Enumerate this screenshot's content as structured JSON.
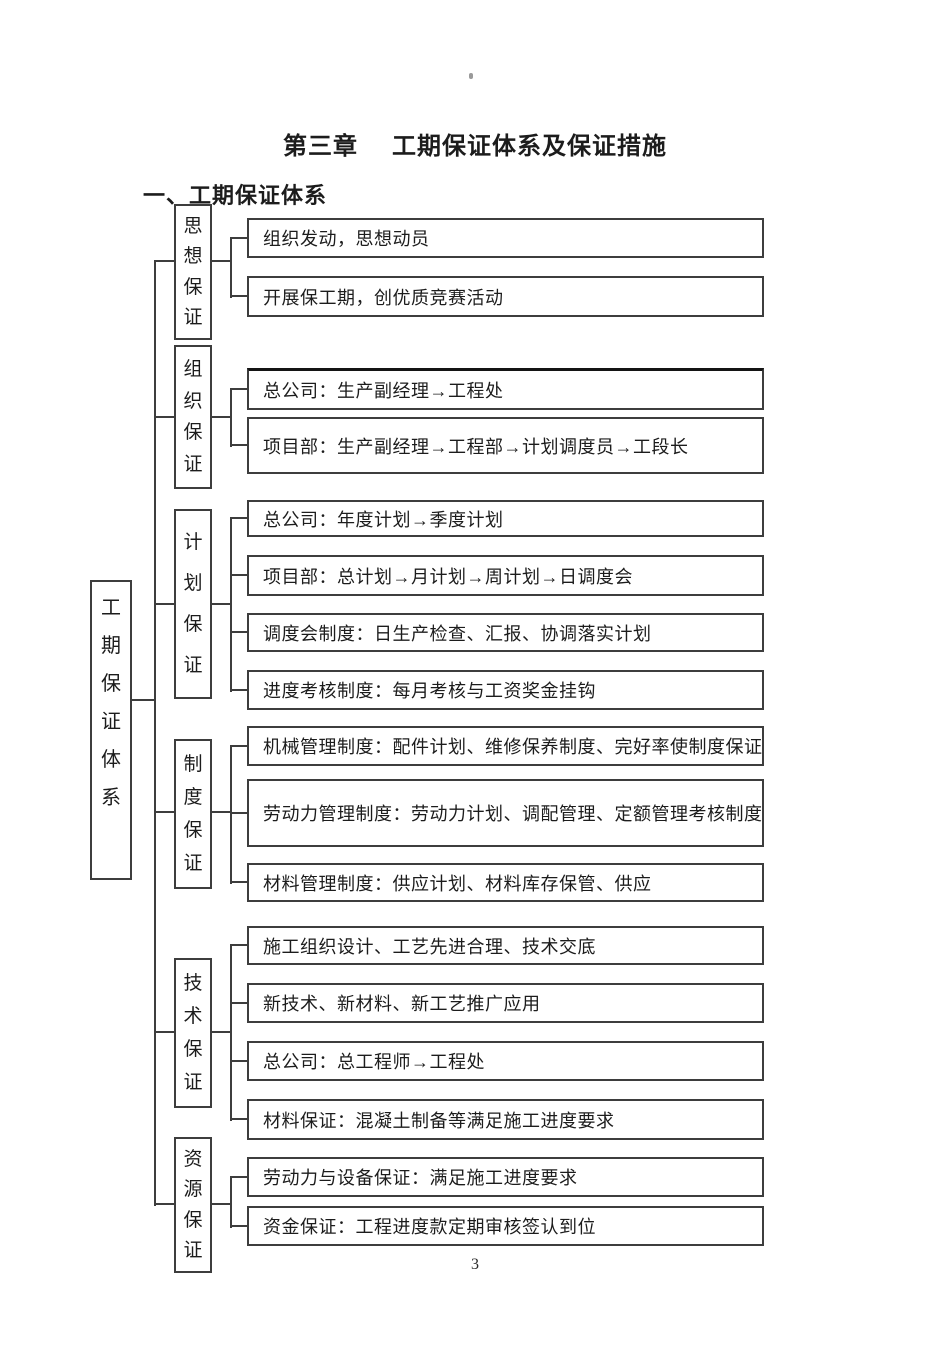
{
  "header": {
    "chapter": "第三章",
    "title": "工期保证体系及保证措施",
    "section": "一、工期保证体系"
  },
  "diagram": {
    "root": "工期保证体系",
    "groups": [
      {
        "label": "思想保证",
        "items": [
          "组织发动，思想动员",
          "开展保工期，创优质竞赛活动"
        ]
      },
      {
        "label": "组织保证",
        "items": [
          "总公司：生产副经理→工程处",
          "项目部：生产副经理→工程部→计划调度员→工段长"
        ]
      },
      {
        "label": "计划保证",
        "items": [
          "总公司：年度计划→季度计划",
          "项目部：总计划→月计划→周计划→日调度会",
          "调度会制度：日生产检查、汇报、协调落实计划",
          "进度考核制度：每月考核与工资奖金挂钩"
        ]
      },
      {
        "label": "制度保证",
        "items": [
          "机械管理制度：配件计划、维修保养制度、完好率使制度保证",
          "劳动力管理制度：劳动力计划、调配管理、定额管理考核制度",
          "材料管理制度：供应计划、材料库存保管、供应"
        ]
      },
      {
        "label": "技术保证",
        "items": [
          "施工组织设计、工艺先进合理、技术交底",
          "新技术、新材料、新工艺推广应用",
          "总公司：总工程师→工程处",
          "材料保证：混凝土制备等满足施工进度要求"
        ]
      },
      {
        "label": "资源保证",
        "items": [
          "劳动力与设备保证：满足施工进度要求",
          "资金保证：工程进度款定期审核签认到位"
        ]
      }
    ]
  },
  "footer": {
    "page_number": "3"
  },
  "colors": {
    "ink": "#3d3d3d",
    "text": "#1c1c1c",
    "background": "#ffffff"
  }
}
